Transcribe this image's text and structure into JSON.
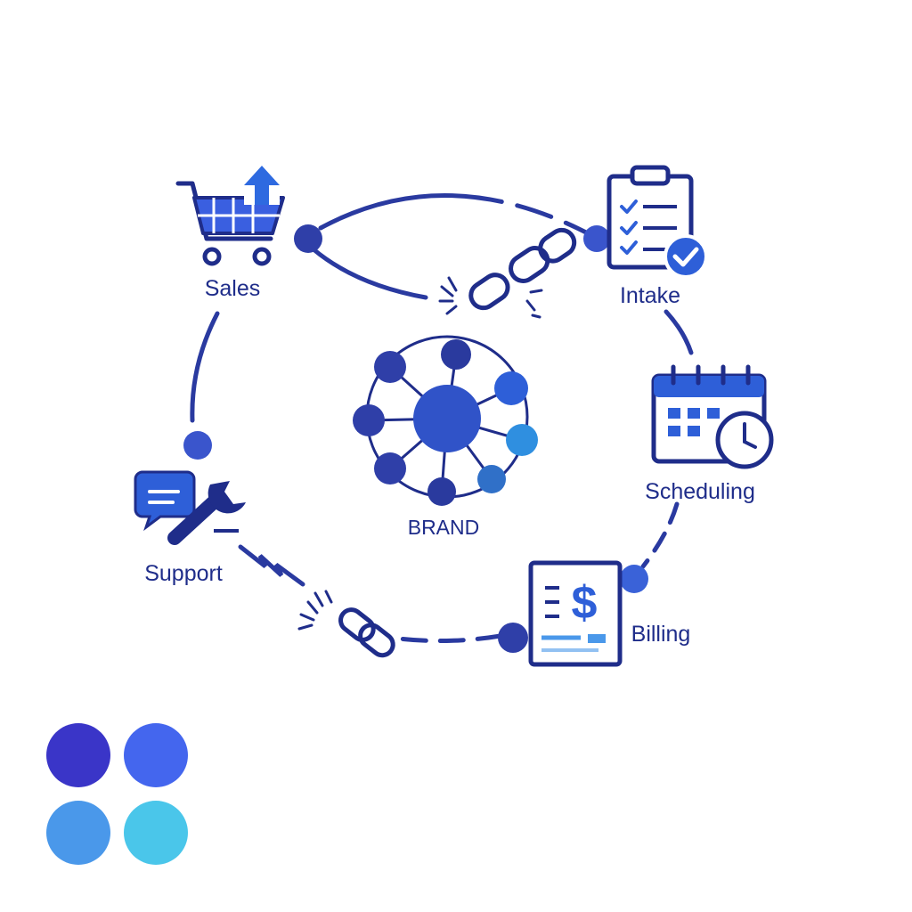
{
  "diagram": {
    "center": {
      "label": "BRAND"
    },
    "nodes": [
      {
        "id": "sales",
        "label": "Sales",
        "icon": "shopping-cart-upload-icon"
      },
      {
        "id": "intake",
        "label": "Intake",
        "icon": "clipboard-checklist-icon"
      },
      {
        "id": "scheduling",
        "label": "Scheduling",
        "icon": "calendar-clock-icon"
      },
      {
        "id": "billing",
        "label": "Billing",
        "icon": "invoice-dollar-icon"
      },
      {
        "id": "support",
        "label": "Support",
        "icon": "chat-wrench-icon"
      }
    ],
    "broken_links": [
      {
        "between": [
          "sales",
          "intake"
        ],
        "icon": "broken-chain-icon"
      },
      {
        "between": [
          "support",
          "billing"
        ],
        "icon": "broken-chain-icon"
      }
    ],
    "palette": [
      "#3a35c8",
      "#4466ee",
      "#4a98ea",
      "#4ac6ea"
    ],
    "colors": {
      "primary": "#1f2d8a",
      "accent": "#2e5fd8",
      "light_accent": "#2f8fe0"
    }
  }
}
